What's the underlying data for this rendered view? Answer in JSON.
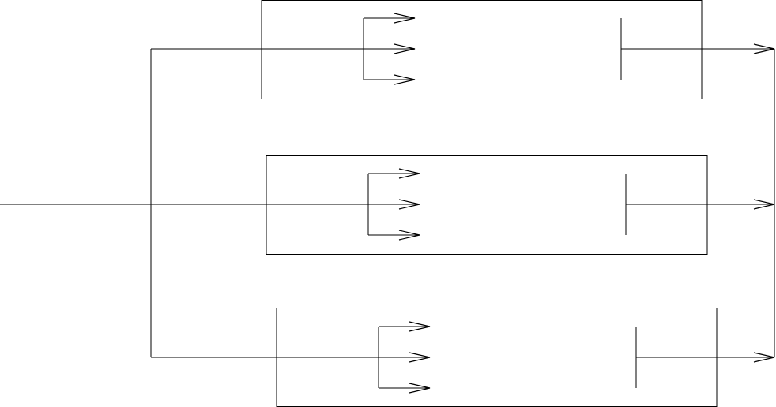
{
  "diagram": {
    "background": "#ffffff",
    "stroke": "#000000",
    "input_line": {
      "present": true
    },
    "splitter": {
      "branches": 3
    },
    "modules": [
      {
        "fan_out_arrows": 3,
        "terminal_bar": true,
        "output_arrow": true
      },
      {
        "fan_out_arrows": 3,
        "terminal_bar": true,
        "output_arrow": true
      },
      {
        "fan_out_arrows": 3,
        "terminal_bar": true,
        "output_arrow": true
      }
    ],
    "collector_bus": {
      "present": true
    }
  }
}
